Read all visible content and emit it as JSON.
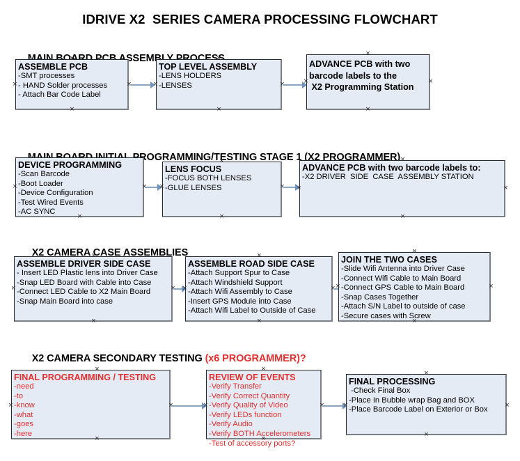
{
  "document": {
    "title": "IDRIVE X2  SERIES CAMERA PROCESSING FLOWCHART"
  },
  "colors": {
    "box_fill": "#e5ebf5",
    "box_border": "#26282b",
    "box_shadow_border": "#7b7f86",
    "connector": "#8ba4c0",
    "accent_red": "#e03030",
    "text": "#000000",
    "background": "#ffffff"
  },
  "sections": [
    {
      "id": "main-board-pcb-assembly",
      "heading": "MAIN BOARD PCB ASSEMBLY PROCESS",
      "heading_accent": "",
      "boxes": [
        {
          "id": "assemble-pcb",
          "title": "ASSEMBLE PCB",
          "lines": [
            "-SMT processes",
            "- HAND Solder processes",
            "- Attach Bar Code Label"
          ]
        },
        {
          "id": "top-level-assembly",
          "title": "TOP LEVEL ASSEMBLY",
          "lines": [
            "-LENS HOLDERS",
            "-LENSES"
          ]
        },
        {
          "id": "advance-pcb-to-x2-programming-station",
          "title_lines": [
            "ADVANCE PCB with two",
            "barcode labels to the",
            " X2 Programming Station"
          ],
          "lines": []
        }
      ]
    },
    {
      "id": "main-board-initial-programming",
      "heading": "MAIN BOARD INITIAL PROGRAMMING/TESTING STAGE 1 (X2 PROGRAMMER)",
      "heading_accent": "",
      "boxes": [
        {
          "id": "device-programming",
          "title": "DEVICE PROGRAMMING",
          "lines": [
            "-Scan Barcode",
            "-Boot Loader",
            "-Device Configuration",
            "-Test Wired Events",
            "-AC SYNC"
          ]
        },
        {
          "id": "lens-focus",
          "title": "LENS FOCUS",
          "lines": [
            "-FOCUS BOTH LENSES",
            "-GLUE LENSES"
          ]
        },
        {
          "id": "advance-pcb-to-driver-side-case-station",
          "title": "ADVANCE PCB with two barcode labels to:",
          "lines": [
            "-X2 DRIVER  SIDE  CASE  ASSEMBLY STATION"
          ]
        }
      ]
    },
    {
      "id": "x2-camera-case-assemblies",
      "heading": "X2 CAMERA CASE ASSEMBLIES",
      "heading_accent": "",
      "boxes": [
        {
          "id": "assemble-driver-side-case",
          "title": "ASSEMBLE DRIVER SIDE CASE",
          "lines": [
            "- Insert LED Plastic lens into Driver Case",
            "-Snap LED Board with Cable into Case",
            "-Connect LED Cable to X2 Main Board",
            "-Snap Main Board into case"
          ]
        },
        {
          "id": "assemble-road-side-case",
          "title": "ASSEMBLE ROAD SIDE CASE",
          "lines": [
            "-Attach Support Spur to Case",
            "-Attach Windshield Support",
            "-Attach Wifi Assembly to Case",
            "-Insert GPS Module into Case",
            "-Attach Wifi Label to Outside of Case"
          ]
        },
        {
          "id": "join-the-two-cases",
          "title": "JOIN THE TWO CASES",
          "lines": [
            "-Slide Wifi Antenna into Driver Case",
            "-Connect Wifi Cable to Main Board",
            "-Connect GPS Cable to Main Board",
            "-Snap Cases Together",
            "-Attach S/N Label to outside of case",
            "-Secure cases with Screw"
          ]
        }
      ]
    },
    {
      "id": "x2-camera-secondary-testing",
      "heading": "X2 CAMERA SECONDARY TESTING ",
      "heading_accent": "(x6 PROGRAMMER)?",
      "boxes": [
        {
          "id": "final-programming-testing",
          "title": "FINAL PROGRAMMING / TESTING",
          "red": true,
          "lines": [
            "-need",
            "-to",
            "-know",
            "-what",
            "-goes",
            "-here"
          ]
        },
        {
          "id": "review-of-events",
          "title": "REVIEW OF EVENTS",
          "red": true,
          "lines": [
            "-Verify Transfer",
            "-Verify Correct Quantity",
            "-Verify Quality of Video",
            "-Verify LEDs function",
            "-Verify Audio",
            "-Verify BOTH Accelerometers"
          ],
          "overflow_line": "-Test of accessory ports?"
        },
        {
          "id": "final-processing",
          "title": "FINAL PROCESSING",
          "lines": [
            " -Check Final Box",
            "-Place In Bubble wrap Bag and BOX",
            "-Place Barcode Label on Exterior or Box"
          ]
        }
      ]
    }
  ]
}
